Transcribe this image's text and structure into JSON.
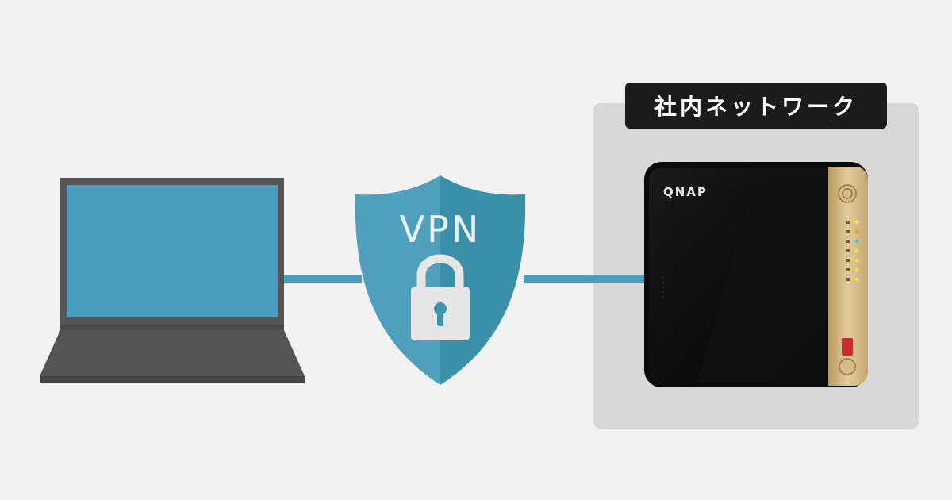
{
  "network": {
    "label": "社内ネットワーク"
  },
  "shield": {
    "label": "VPN",
    "icon": "padlock-icon"
  },
  "nas": {
    "brand": "QNAP"
  },
  "colors": {
    "background": "#f2f2f2",
    "panel": "#d8d8d8",
    "accent": "#4a9ebb",
    "shield_light": "#4ea0bd",
    "shield_dark": "#3a8fa9",
    "laptop_screen": "#4a9ebb",
    "laptop_body": "#555555",
    "nas_body": "#111111",
    "nas_trim": "#cdb27a"
  }
}
